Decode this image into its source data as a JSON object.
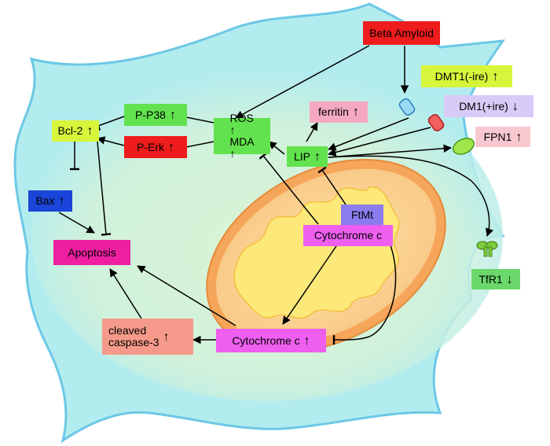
{
  "colors": {
    "cell_fill": "#b3ecef",
    "cell_stroke": "#6cc8e6",
    "inner_glow": "#d8f3d6",
    "mito_outer": "#f6a65a",
    "mito_inner": "#f9d98a",
    "mito_cristae": "#fde97a",
    "red": "#ee1c1c",
    "green": "#62e24e",
    "lime": "#d7f53a",
    "pink": "#f5a9c0",
    "magenta": "#ee5ff0",
    "blue": "#1b45d8",
    "purple": "#8b7cf0",
    "salmon": "#f59a8a",
    "lavender": "#d9cbf7",
    "light_pink": "#f8c8d0",
    "tfr_green": "#6ad86a"
  },
  "labels": {
    "beta_amyloid": "Beta Amyloid",
    "dmt1": "DMT1(-ire)",
    "dmt1_arrow": "↑",
    "dm1": "DM1(+ire)",
    "dm1_arrow": "↓",
    "fpn1": "FPN1",
    "fpn1_arrow": "↑",
    "tfr1": "TfR1",
    "tfr1_arrow": "↓",
    "p_p38": "P-P38",
    "p_p38_arrow": "↑",
    "p_erk": "P-Erk",
    "p_erk_arrow": "↑",
    "ros": "ROS",
    "ros_arrow": "↑",
    "mda": "MDA",
    "mda_arrow": "↑",
    "ferritin": "ferritin",
    "ferritin_arrow": "↑",
    "lip": "LIP",
    "lip_arrow": "↑",
    "bcl2": "Bcl-2",
    "bcl2_arrow": "↑",
    "bax": "Bax",
    "bax_arrow": "↑",
    "apoptosis": "Apoptosis",
    "ftmt": "FtMt",
    "cyto_c_mito": "Cytochrome c",
    "cyto_c_out": "Cytochrome c",
    "cyto_c_out_arrow": "↑",
    "cleaved_1": "cleaved",
    "cleaved_2": "caspase-3",
    "cleaved_arrow": "↑"
  }
}
